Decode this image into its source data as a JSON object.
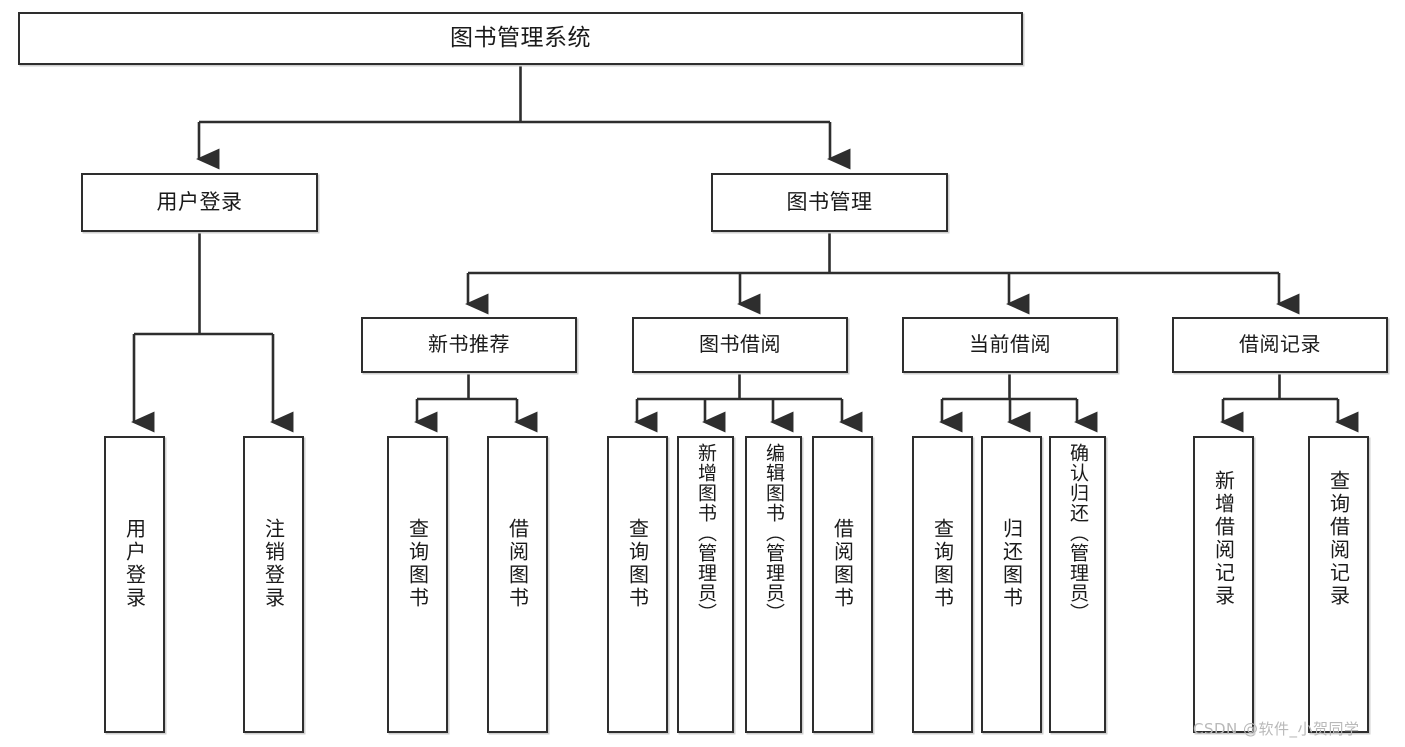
{
  "diagram": {
    "title": "图书管理系统",
    "type": "tree-hierarchy-chart",
    "orientation": "top-down",
    "line_color": "#2e2e2e",
    "box_fill": "#ffffff",
    "box_stroke": "#2e2e2e",
    "text_color": "#1a1a1a"
  },
  "nodes": {
    "root": {
      "label": "图书管理系统"
    },
    "level1": [
      {
        "label": "用户登录"
      },
      {
        "label": "图书管理"
      }
    ],
    "level2": [
      {
        "label": "新书推荐"
      },
      {
        "label": "图书借阅"
      },
      {
        "label": "当前借阅"
      },
      {
        "label": "借阅记录"
      }
    ],
    "leaves": {
      "user_login": [
        {
          "label": "用户登录"
        },
        {
          "label": "注销登录"
        }
      ],
      "new_book_recommend": [
        {
          "label": "查询图书"
        },
        {
          "label": "借阅图书"
        }
      ],
      "book_borrow": [
        {
          "label": "查询图书"
        },
        {
          "label": "新增图书（管理员）"
        },
        {
          "label": "编辑图书（管理员）"
        },
        {
          "label": "借阅图书"
        }
      ],
      "current_borrow": [
        {
          "label": "查询图书"
        },
        {
          "label": "归还图书"
        },
        {
          "label": "确认归还（管理员）"
        }
      ],
      "borrow_records": [
        {
          "label": "新增借阅记录"
        },
        {
          "label": "查询借阅记录"
        }
      ]
    }
  },
  "watermark": {
    "text": "CSDN @软件_小贺同学",
    "color": "#b9b9b9"
  }
}
